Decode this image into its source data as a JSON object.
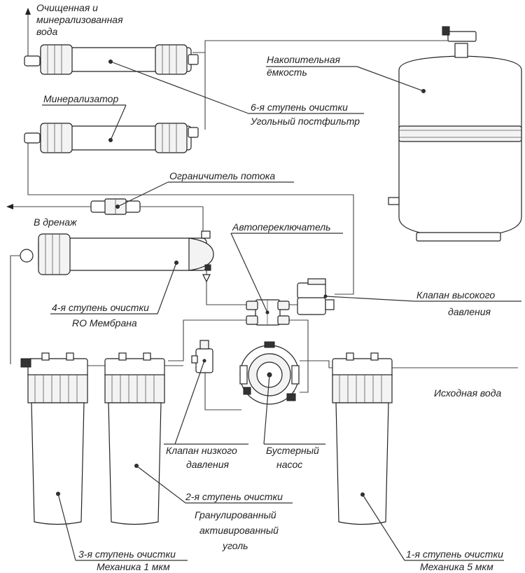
{
  "labels": {
    "purified_water_1": "Очищенная и",
    "purified_water_2": "минерализованная",
    "purified_water_3": "вода",
    "storage_tank_1": "Накопительная",
    "storage_tank_2": "ёмкость",
    "mineralizer": "Минерализатор",
    "stage6_1": "6-я ступень очистки",
    "stage6_2": "Угольный постфильтр",
    "flow_restrictor": "Ограничитель потока",
    "drain": "В дренаж",
    "auto_switch": "Автопереключатель",
    "high_pressure_valve_1": "Клапан высокого",
    "high_pressure_valve_2": "давления",
    "stage4_1": "4-я ступень очистки",
    "stage4_2": "RO Мембрана",
    "source_water": "Исходная вода",
    "low_pressure_valve_1": "Клапан низкого",
    "low_pressure_valve_2": "давления",
    "booster_pump_1": "Бустерный",
    "booster_pump_2": "насос",
    "stage2_1": "2-я ступень очистки",
    "stage2_2": "Гранулированный",
    "stage2_3": "активированный",
    "stage2_4": "уголь",
    "stage3_1": "3-я ступень очистки",
    "stage3_2": "Механика 1 мкм",
    "stage1_1": "1-я ступень очистки",
    "stage1_2": "Механика 5 мкм"
  }
}
